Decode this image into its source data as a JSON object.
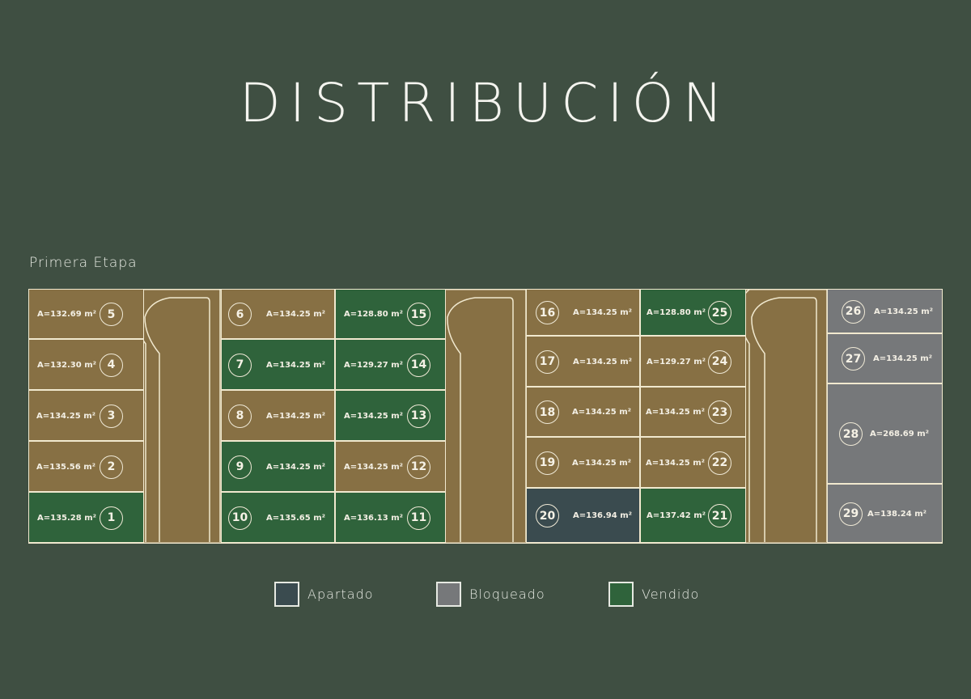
{
  "header": {
    "title": "DISTRIBUCIÓN",
    "subtitle": "Primera Etapa"
  },
  "colors": {
    "background": "#3f4f42",
    "disponible": "#877044",
    "apartado": "#3a4b4f",
    "bloqueado": "#76787a",
    "vendido": "#2f633b",
    "lines": "#f1e9cf"
  },
  "legend": [
    {
      "label": "Apartado",
      "color": "#3a4b4f"
    },
    {
      "label": "Bloqueado",
      "color": "#76787a"
    },
    {
      "label": "Vendido",
      "color": "#2f633b"
    }
  ],
  "lots": [
    {
      "num": "1",
      "area": "A=135.28 m²",
      "status": "vendido"
    },
    {
      "num": "2",
      "area": "A=135.56 m²",
      "status": "disponible"
    },
    {
      "num": "3",
      "area": "A=134.25 m²",
      "status": "disponible"
    },
    {
      "num": "4",
      "area": "A=132.30 m²",
      "status": "disponible"
    },
    {
      "num": "5",
      "area": "A=132.69 m²",
      "status": "disponible"
    },
    {
      "num": "6",
      "area": "A=134.25 m²",
      "status": "disponible"
    },
    {
      "num": "7",
      "area": "A=134.25 m²",
      "status": "vendido"
    },
    {
      "num": "8",
      "area": "A=134.25 m²",
      "status": "disponible"
    },
    {
      "num": "9",
      "area": "A=134.25 m²",
      "status": "vendido"
    },
    {
      "num": "10",
      "area": "A=135.65 m²",
      "status": "vendido"
    },
    {
      "num": "11",
      "area": "A=136.13 m²",
      "status": "vendido"
    },
    {
      "num": "12",
      "area": "A=134.25 m²",
      "status": "disponible"
    },
    {
      "num": "13",
      "area": "A=134.25 m²",
      "status": "vendido"
    },
    {
      "num": "14",
      "area": "A=129.27 m²",
      "status": "vendido"
    },
    {
      "num": "15",
      "area": "A=128.80 m²",
      "status": "vendido"
    },
    {
      "num": "16",
      "area": "A=134.25 m²",
      "status": "disponible"
    },
    {
      "num": "17",
      "area": "A=134.25 m²",
      "status": "disponible"
    },
    {
      "num": "18",
      "area": "A=134.25 m²",
      "status": "disponible"
    },
    {
      "num": "19",
      "area": "A=134.25 m²",
      "status": "disponible"
    },
    {
      "num": "20",
      "area": "A=136.94 m²",
      "status": "apartado"
    },
    {
      "num": "21",
      "area": "A=137.42 m²",
      "status": "vendido"
    },
    {
      "num": "22",
      "area": "A=134.25 m²",
      "status": "disponible"
    },
    {
      "num": "23",
      "area": "A=134.25 m²",
      "status": "disponible"
    },
    {
      "num": "24",
      "area": "A=129.27 m²",
      "status": "disponible"
    },
    {
      "num": "25",
      "area": "A=128.80 m²",
      "status": "vendido"
    },
    {
      "num": "26",
      "area": "A=134.25 m²",
      "status": "bloqueado"
    },
    {
      "num": "27",
      "area": "A=134.25 m²",
      "status": "bloqueado"
    },
    {
      "num": "28",
      "area": "A=268.69 m²",
      "status": "bloqueado"
    },
    {
      "num": "29",
      "area": "A=138.24 m²",
      "status": "bloqueado"
    }
  ]
}
